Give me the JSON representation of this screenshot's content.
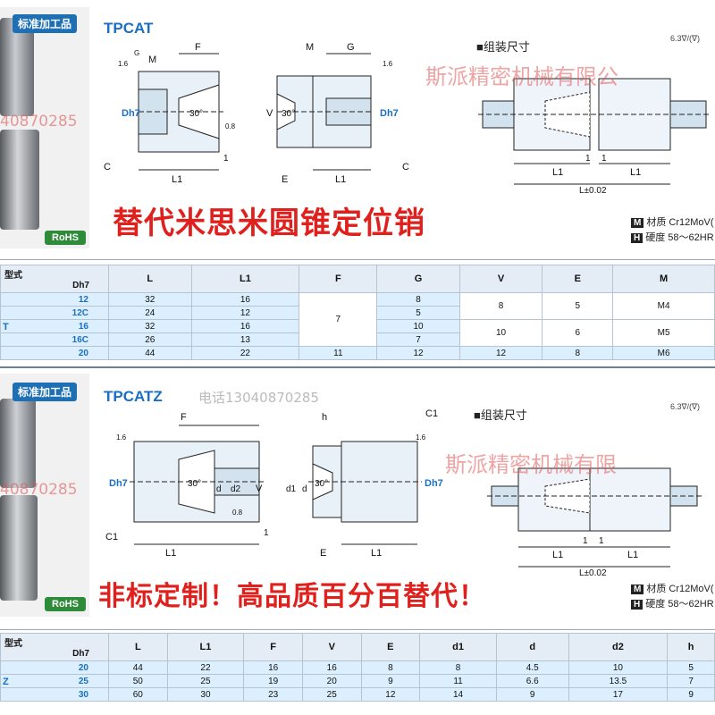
{
  "section1": {
    "badge": "标准加工品",
    "rohs": "RoHS",
    "code": "TPCAT",
    "assembly_title": "■组装尺寸",
    "finish": "6.3∇/(∇)",
    "material_tag": "M",
    "material": "材质 Cr12MoV(",
    "hardness_tag": "H",
    "hardness": "硬度 58～62HR",
    "promo": "替代米思米圆锥定位销",
    "watermark": "斯派精密机械有限公",
    "watermark_phone": "40870285",
    "dims": {
      "f": "F",
      "g": "G",
      "m": "M",
      "l1": "L1",
      "dh7": "Dh7",
      "c": "C",
      "one": "1",
      "angle": "30°",
      "e": "E",
      "v": "V",
      "l": "L±0.02",
      "r16": "1.6",
      "r08": "0.8",
      "gmark": "G"
    },
    "table": {
      "type_header": "型式",
      "dh_header": "Dh7",
      "type_word": "T",
      "columns": [
        "L",
        "L1",
        "F",
        "G",
        "V",
        "E",
        "M"
      ],
      "rows": [
        {
          "dh": "12",
          "L": "32",
          "L1": "16",
          "G": "8"
        },
        {
          "dh": "12C",
          "L": "24",
          "L1": "12",
          "G": "5"
        },
        {
          "dh": "16",
          "L": "32",
          "L1": "16",
          "G": "10"
        },
        {
          "dh": "16C",
          "L": "26",
          "L1": "13",
          "G": "7"
        },
        {
          "dh": "20",
          "L": "44",
          "L1": "22",
          "G": "12"
        }
      ],
      "merged": {
        "F_a": "7",
        "F_b": "11",
        "V_a": "8",
        "V_b": "10",
        "V_c": "12",
        "E_a": "5",
        "E_b": "6",
        "E_c": "8",
        "M_a": "M4",
        "M_b": "M5",
        "M_c": "M6"
      }
    }
  },
  "section2": {
    "badge": "标准加工品",
    "rohs": "RoHS",
    "code": "TPCATZ",
    "watermark_gray": "电话13040870285",
    "assembly_title": "■组装尺寸",
    "finish": "6.3∇/(∇)",
    "material_tag": "M",
    "material": "材质 Cr12MoV(",
    "hardness_tag": "H",
    "hardness": "硬度 58～62HR",
    "promo": "非标定制！高品质百分百替代！",
    "watermark": "斯派精密机械有限",
    "watermark_phone": "40870285",
    "dims": {
      "f": "F",
      "h": "h",
      "c1": "C1",
      "l1": "L1",
      "dh7": "Dh7",
      "d": "d",
      "d1": "d1",
      "d2": "d2",
      "v": "V",
      "e": "E",
      "angle": "30°",
      "one": "1",
      "l": "L±0.02",
      "r16": "1.6",
      "r08": "0.8"
    },
    "table": {
      "type_header": "型式",
      "dh_header": "Dh7",
      "type_word": "Z",
      "columns": [
        "L",
        "L1",
        "F",
        "V",
        "E",
        "d1",
        "d",
        "d2",
        "h"
      ],
      "rows": [
        {
          "dh": "20",
          "L": "44",
          "L1": "22",
          "F": "16",
          "V": "16",
          "E": "8",
          "d1": "8",
          "d": "4.5",
          "d2": "10",
          "h": "5"
        },
        {
          "dh": "25",
          "L": "50",
          "L1": "25",
          "F": "19",
          "V": "20",
          "E": "9",
          "d1": "11",
          "d": "6.6",
          "d2": "13.5",
          "h": "7"
        },
        {
          "dh": "30",
          "L": "60",
          "L1": "30",
          "F": "23",
          "V": "25",
          "E": "12",
          "d1": "14",
          "d": "9",
          "d2": "17",
          "h": "9"
        }
      ]
    }
  }
}
